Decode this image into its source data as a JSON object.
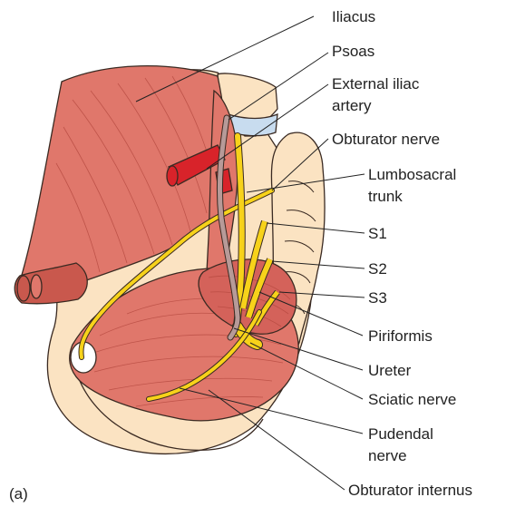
{
  "figure": {
    "panel_label": "(a)",
    "labels": {
      "iliacus": "Iliacus",
      "psoas": "Psoas",
      "external_iliac_1": "External iliac",
      "external_iliac_2": "artery",
      "obturator_nerve": "Obturator nerve",
      "lumbosacral_1": "Lumbosacral",
      "lumbosacral_2": "trunk",
      "s1": "S1",
      "s2": "S2",
      "s3": "S3",
      "piriformis": "Piriformis",
      "ureter": "Ureter",
      "sciatic_nerve": "Sciatic nerve",
      "pudendal_1": "Pudendal",
      "pudendal_2": "nerve",
      "obturator_internus": "Obturator internus"
    },
    "colors": {
      "muscle": "#e0776b",
      "muscle_dark": "#c9584d",
      "bone": "#fbe3c2",
      "cartilage": "#c8dcef",
      "artery": "#d8232a",
      "nerve": "#f7d21a",
      "ureter": "#b79a98"
    }
  }
}
